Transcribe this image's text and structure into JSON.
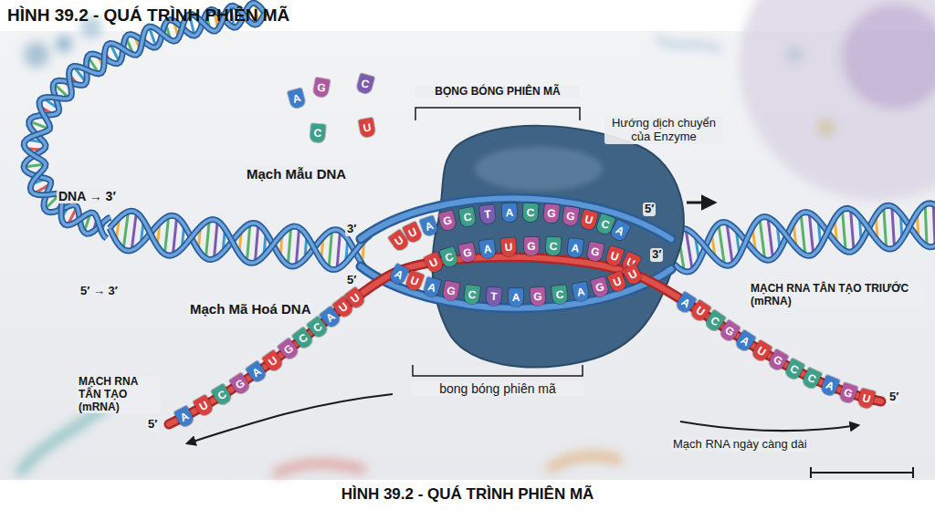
{
  "diagram": {
    "title": "HÌNH 39.2 - QUÁ TRÌNH PHIÊN MÃ",
    "caption": "HÌNH 39.2 - QUÁ TRÌNH PHIÊN MÃ",
    "labels": [
      "BỌNG BÓNG PHIÊN MÃ",
      "Hướng dịch chuyển của Enzyme",
      "Mạch Mẫu DNA",
      "DNA → 3′",
      "5′ → 3′",
      "3′",
      "5′",
      "5′",
      "3′",
      "Mạch Mã Hoá DNA",
      "MẠCH RNA TÂN TẠO TRIƯỚC (mRNA)",
      "MẠCH RNA TÂN TẠO (mRNA)",
      "5′",
      "5′",
      "bong bóng phiên mã",
      "Mạch RNA ngày càng dài",
      "A",
      "G",
      "C",
      "C",
      "U",
      "U",
      "U",
      "A",
      "G",
      "C",
      "T",
      "A",
      "C",
      "G",
      "G",
      "U",
      "C",
      "A",
      "U",
      "C",
      "G",
      "A",
      "U",
      "G",
      "C",
      "A",
      "G",
      "U",
      "U",
      "A",
      "U",
      "A",
      "G",
      "C",
      "T",
      "A",
      "G",
      "C",
      "A",
      "G",
      "U",
      "U",
      "A",
      "U",
      "C",
      "G",
      "A",
      "U",
      "G",
      "C",
      "C",
      "A",
      "U",
      "U",
      "A",
      "U",
      "C",
      "G",
      "A",
      "U",
      "G",
      "C",
      "C",
      "A",
      "G",
      "U"
    ]
  }
}
